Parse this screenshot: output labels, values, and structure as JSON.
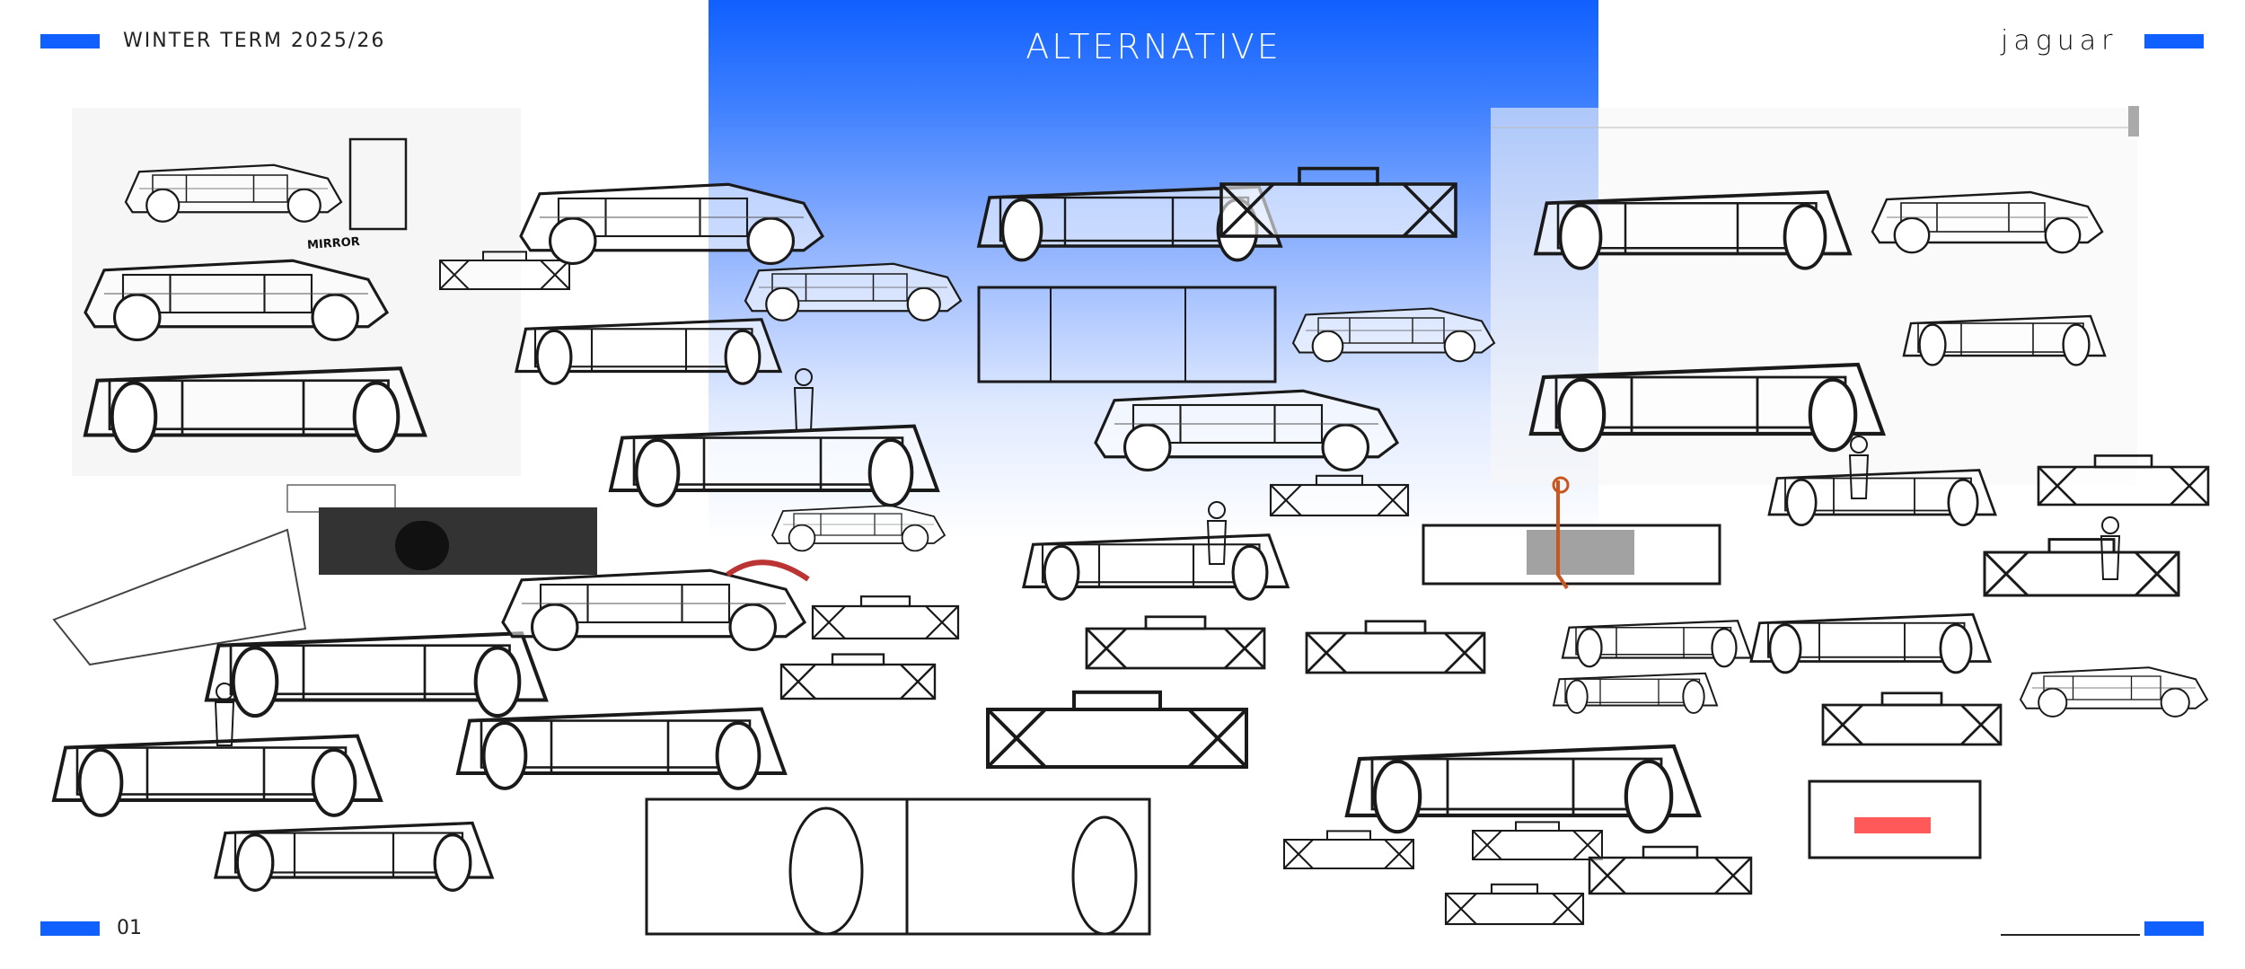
{
  "header": {
    "term": "WINTER TERM 2025/26",
    "brand": "JAGUAR",
    "page_number": "01"
  },
  "panel": {
    "title": "ALTERNATIVE"
  },
  "annotations": {
    "mirror": "MIRROR"
  },
  "colors": {
    "accent": "#1060ff",
    "sketch_line": "#1a1a1a",
    "highlight_orange": "#c8561e",
    "highlight_red": "#ff3030"
  }
}
